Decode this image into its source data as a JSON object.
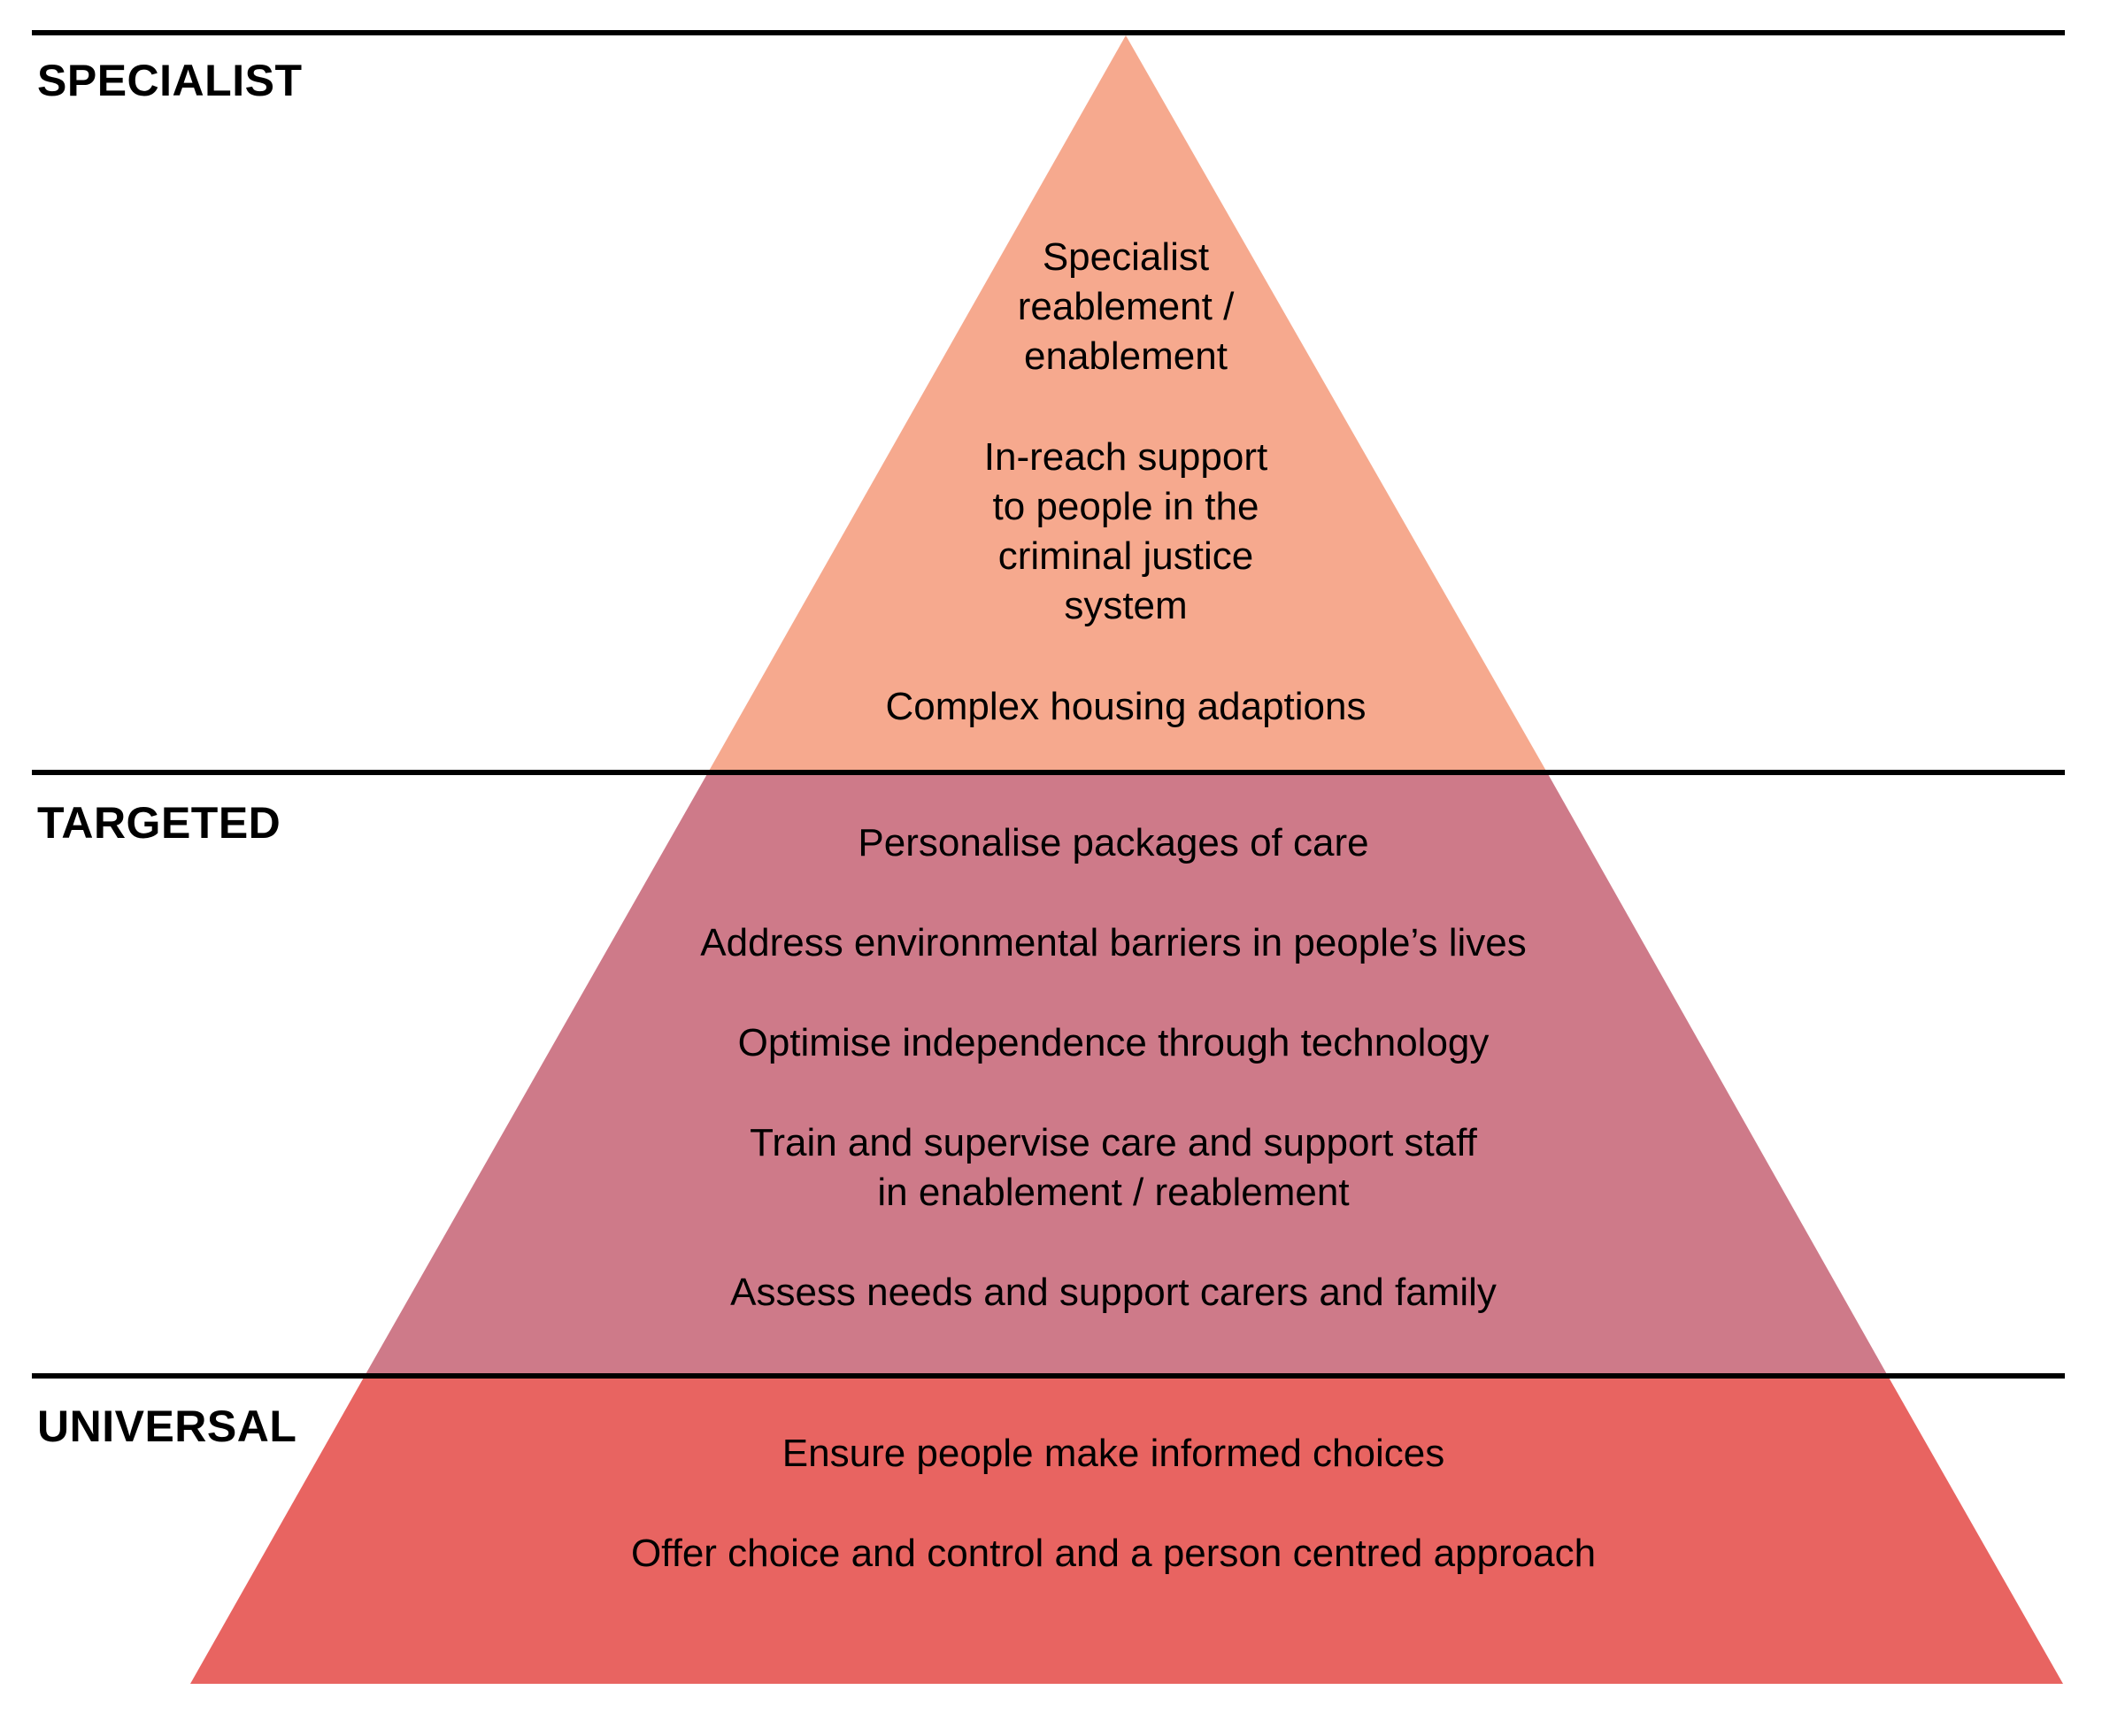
{
  "colors": {
    "specialist_fill": "#f6a98e",
    "targeted_fill": "#ce7a89",
    "universal_fill": "#e86461",
    "divider": "#000000"
  },
  "tiers": {
    "specialist": {
      "label": "SPECIALIST",
      "items": [
        "Specialist\nreablement /\nenablement",
        "In-reach support\nto people in the\ncriminal justice\nsystem",
        "Complex housing adaptions"
      ]
    },
    "targeted": {
      "label": "TARGETED",
      "items": [
        "Personalise packages of care",
        "Address environmental barriers in people’s lives",
        "Optimise independence through technology",
        "Train and supervise care and support staff\nin enablement / reablement",
        "Assess needs and support carers and family"
      ]
    },
    "universal": {
      "label": "UNIVERSAL",
      "items": [
        "Ensure people make informed choices",
        "Offer choice and control and a person centred approach"
      ]
    }
  }
}
